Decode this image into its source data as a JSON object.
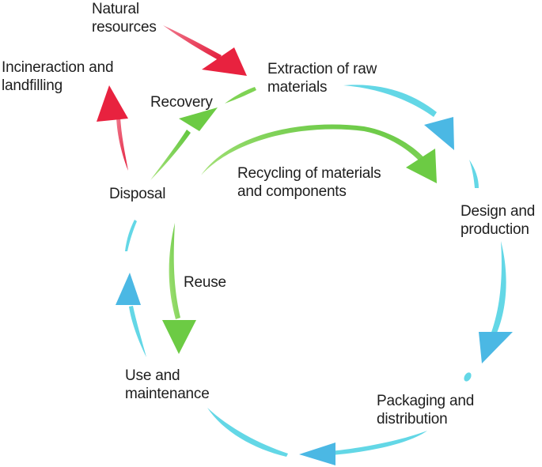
{
  "labels": {
    "natural_resources": [
      "Natural",
      "resources"
    ],
    "incineration": [
      "Incineraction and",
      "landfilling"
    ],
    "extraction": [
      "Extraction of raw",
      "materials"
    ],
    "recovery": "Recovery",
    "disposal": "Disposal",
    "recycling": [
      "Recycling of materials",
      "and components"
    ],
    "design": [
      "Design and",
      "production"
    ],
    "reuse": "Reuse",
    "use": [
      "Use and",
      "maintenance"
    ],
    "packaging": [
      "Packaging and",
      "distribution"
    ]
  },
  "colors": {
    "lifecycle": "#63d7e6",
    "lifecycle_head": "#4bb8e4",
    "recycling_loops": "#7fd354",
    "waste_flow": "#ea3e5b",
    "text": "#1e1e1e"
  }
}
